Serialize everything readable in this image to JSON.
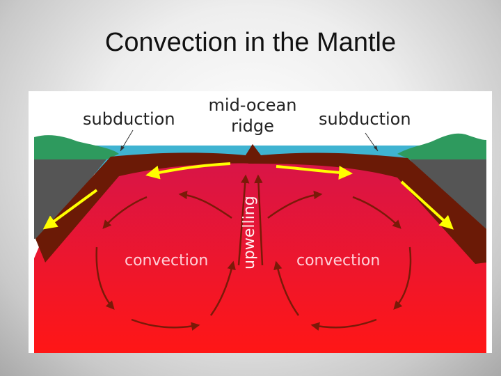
{
  "slide": {
    "title": "Convection in the Mantle"
  },
  "diagram": {
    "labels": {
      "subduction_left": "subduction",
      "subduction_right": "subduction",
      "ridge_line1": "mid-ocean",
      "ridge_line2": "ridge",
      "upwelling": "upwelling",
      "convection_left": "convection",
      "convection_right": "convection"
    },
    "colors": {
      "mantle_top": "#d81448",
      "mantle_bottom": "#ff1a1a",
      "crust": "#6b1a06",
      "ocean": "#3fb3d1",
      "land": "#2e9a5e",
      "rock": "#555555",
      "plate_arrow": "#ffff00",
      "convection_arrow": "#7a1a08"
    }
  }
}
